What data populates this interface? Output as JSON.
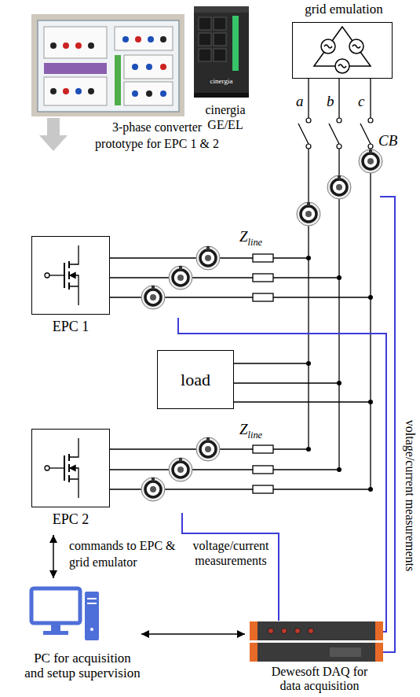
{
  "diagram": {
    "nodes": [
      {
        "text": [
          "grid emulation"
        ]
      },
      {
        "text": [
          "EPC 1"
        ]
      },
      {
        "text": [
          "load"
        ]
      },
      {
        "text": [
          "EPC 2"
        ]
      },
      {
        "text": [
          "PC for acquisition and setup supervision"
        ]
      },
      {
        "text": [
          "Dewesoft DAQ for data acquisition"
        ]
      }
    ],
    "edges": [
      {
        "from": 4,
        "to": 5,
        "arrow": "both"
      }
    ],
    "labels": [
      "3-phase converter prototype for EPC 1 & 2",
      "cinergia",
      "cinergia GE/EL",
      "a",
      "b",
      "c",
      "CB",
      "Zline",
      "Zline",
      "voltage/current measurements",
      "voltage/current measurements",
      "commands to EPC & grid emulator"
    ]
  }
}
